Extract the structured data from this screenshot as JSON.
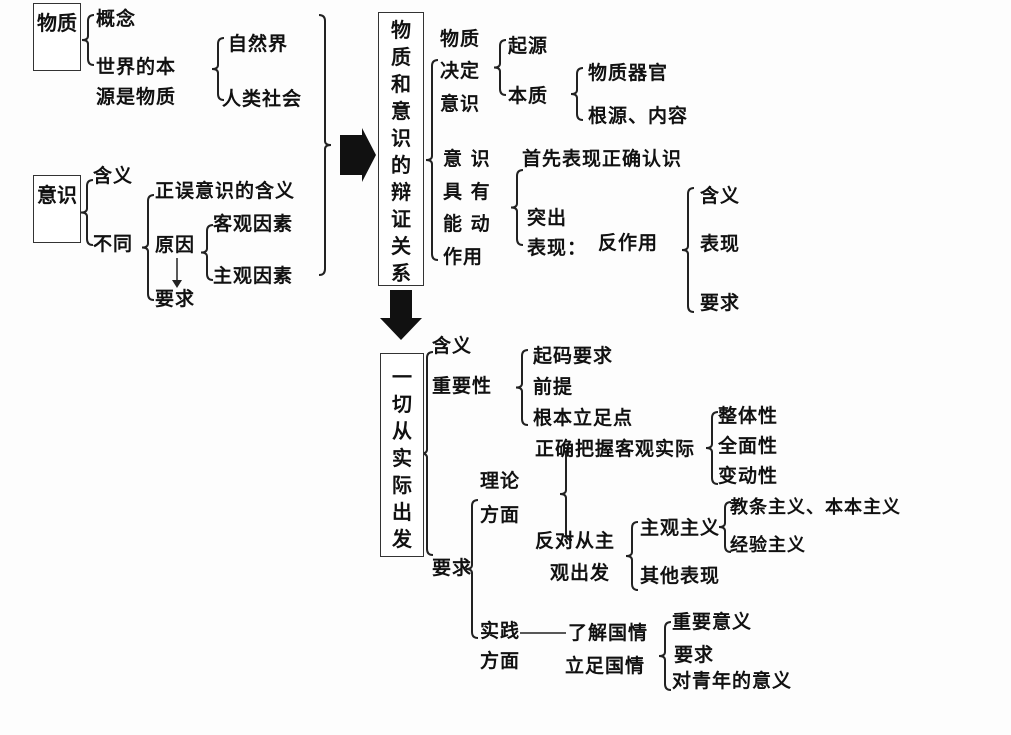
{
  "matter": {
    "title": "物质",
    "concept": "概念",
    "origin_line1": "世界的本",
    "origin_line2": "源是物质",
    "nature": "自然界",
    "society": "人类社会"
  },
  "consciousness": {
    "title": "意识",
    "meaning": "含义",
    "difference": "不同",
    "right_wrong": "正误意识的含义",
    "cause": "原因",
    "objective": "客观因素",
    "subjective": "主观因素",
    "requirement": "要求"
  },
  "relation": {
    "title": "物质和意识的辩证关系",
    "decide": [
      "物质",
      "决定",
      "意识"
    ],
    "origin": "起源",
    "essence": "本质",
    "organ": "物质器官",
    "source": "根源、内容",
    "active": [
      "意 识",
      "具 有",
      "能 动",
      "作用"
    ],
    "first": "首先表现正确认识",
    "prominent": [
      "突出",
      "表现："
    ],
    "reaction": "反作用",
    "r_meaning": "含义",
    "r_show": "表现",
    "r_require": "要求"
  },
  "reality": {
    "title": "一切从实际出发",
    "meaning": "含义",
    "importance": "重要性",
    "basic_req": "起码要求",
    "premise": "前提",
    "foothold": "根本立足点",
    "requirement": "要求",
    "theory": [
      "理论",
      "方面"
    ],
    "grasp": "正确把握客观实际",
    "whole": "整体性",
    "comprehensive": "全面性",
    "change": "变动性",
    "oppose": [
      "反对从主",
      "观出发"
    ],
    "subjectivism": "主观主义",
    "dogmatism": "教条主义、本本主义",
    "empiricism": "经验主义",
    "other": "其他表现",
    "practice": [
      "实践",
      "方面"
    ],
    "national": [
      "了解国情",
      "立足国情"
    ],
    "significance": "重要意义",
    "n_require": "要求",
    "youth": "对青年的意义"
  }
}
